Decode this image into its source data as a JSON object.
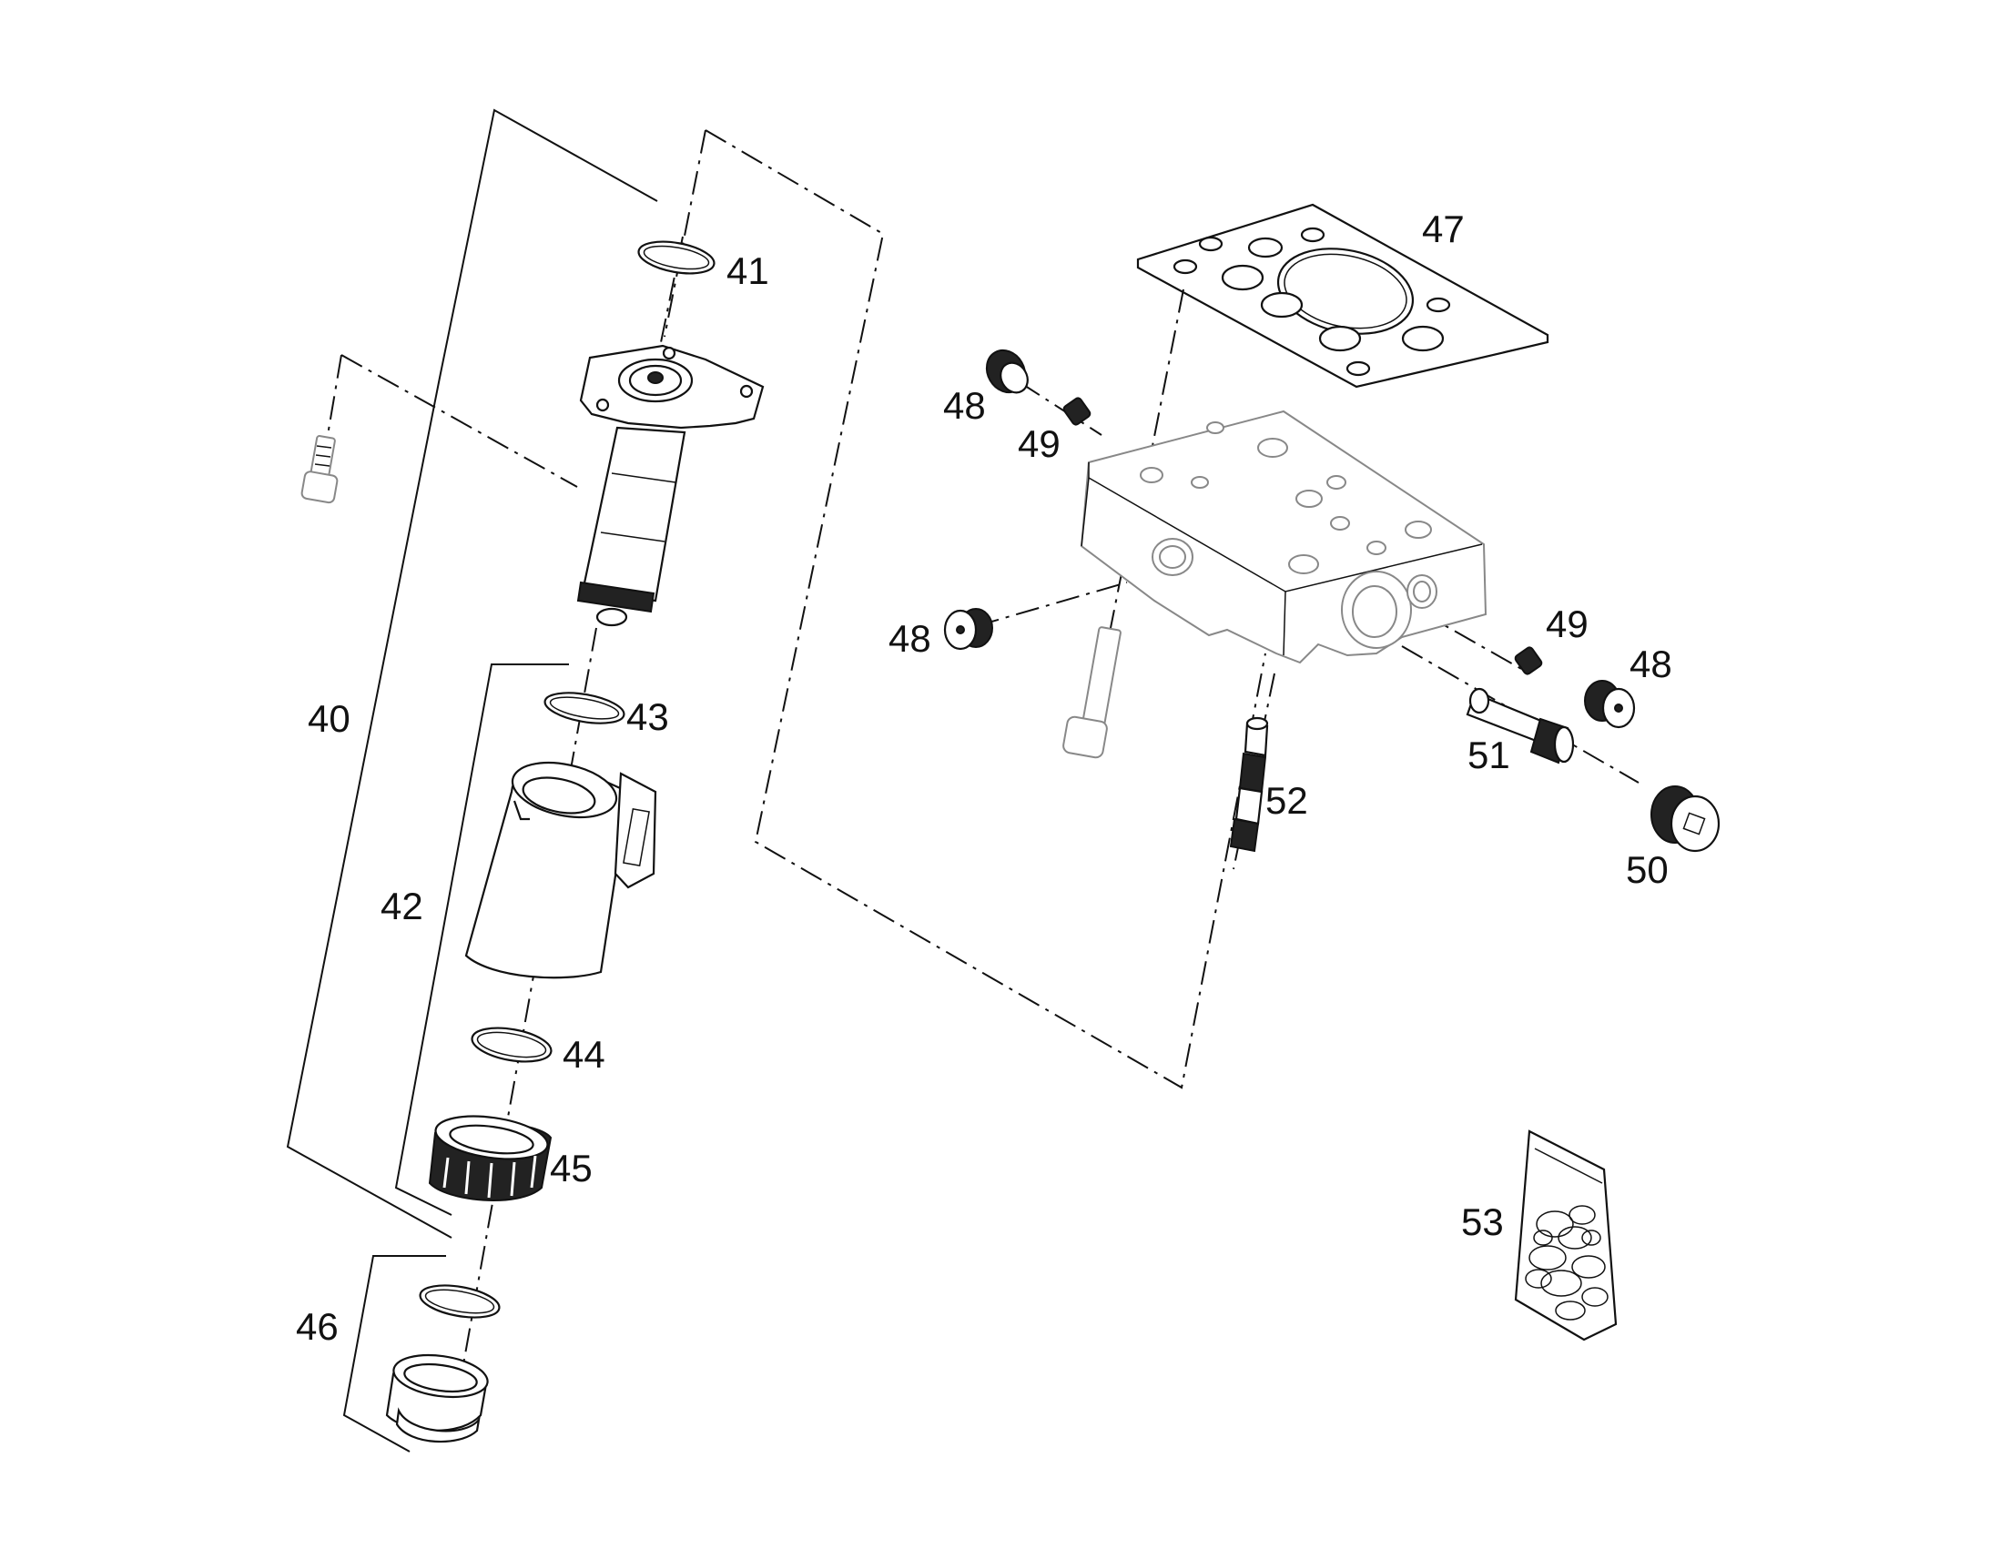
{
  "diagram": {
    "labels": {
      "p40": "40",
      "p41": "41",
      "p42": "42",
      "p43": "43",
      "p44": "44",
      "p45": "45",
      "p46": "46",
      "p47": "47",
      "p48a": "48",
      "p48b": "48",
      "p48c": "48",
      "p49a": "49",
      "p49b": "49",
      "p50": "50",
      "p51": "51",
      "p52": "52",
      "p53": "53"
    }
  }
}
